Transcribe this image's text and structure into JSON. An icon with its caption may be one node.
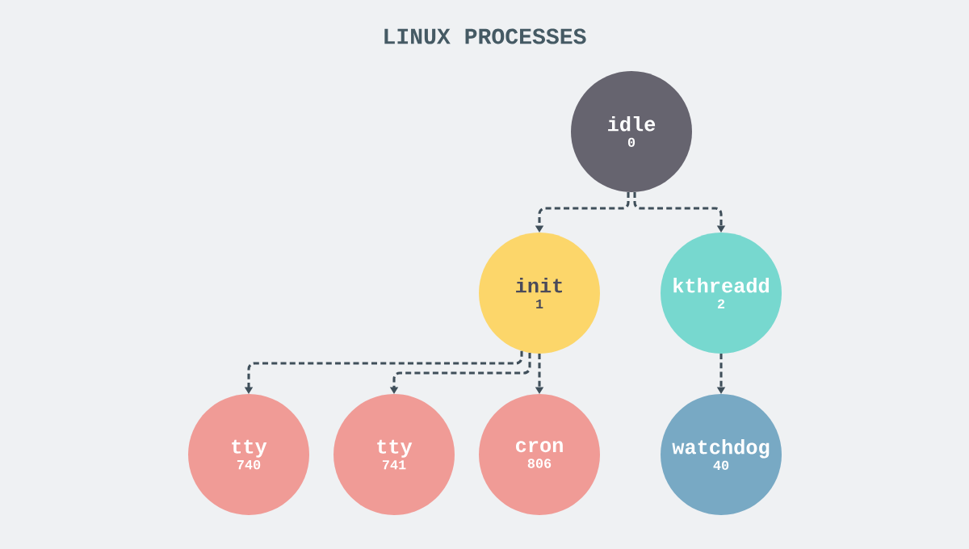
{
  "diagram": {
    "title": "LINUX PROCESSES",
    "nodes": [
      {
        "text": [
          "idle",
          "0"
        ]
      },
      {
        "text": [
          "init",
          "1"
        ]
      },
      {
        "text": [
          "kthreadd",
          "2"
        ]
      },
      {
        "text": [
          "tty",
          "740"
        ]
      },
      {
        "text": [
          "tty",
          "741"
        ]
      },
      {
        "text": [
          "cron",
          "806"
        ]
      },
      {
        "text": [
          "watchdog",
          "40"
        ]
      }
    ],
    "edges": [
      {
        "from": 0,
        "to": 1,
        "arrow": "to",
        "style": "dashed"
      },
      {
        "from": 0,
        "to": 2,
        "arrow": "to",
        "style": "dashed"
      },
      {
        "from": 1,
        "to": 3,
        "arrow": "to",
        "style": "dashed"
      },
      {
        "from": 1,
        "to": 4,
        "arrow": "to",
        "style": "dashed"
      },
      {
        "from": 1,
        "to": 5,
        "arrow": "to",
        "style": "dashed"
      },
      {
        "from": 2,
        "to": 6,
        "arrow": "to",
        "style": "dashed"
      }
    ]
  }
}
